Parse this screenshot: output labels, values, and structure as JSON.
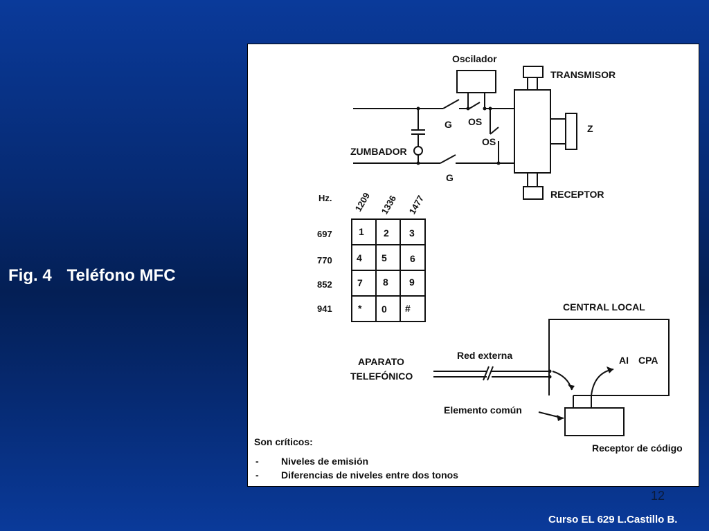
{
  "slide": {
    "figure_number": "Fig. 4",
    "figure_title": "Teléfono MFC",
    "slide_number": "12",
    "footer": "Curso EL 629 L.Castillo B."
  },
  "circuit": {
    "oscilador": "Oscilador",
    "transmisor": "TRANSMISOR",
    "receptor": "RECEPTOR",
    "z": "Z",
    "g_top": "G",
    "os_top": "OS",
    "os_mid": "OS",
    "g_bottom": "G",
    "zumbador": "ZUMBADOR"
  },
  "keypad": {
    "hz_label": "Hz.",
    "columns": [
      "1209",
      "1336",
      "1477"
    ],
    "rows": [
      "697",
      "770",
      "852",
      "941"
    ],
    "keys": [
      [
        "1",
        "2",
        "3"
      ],
      [
        "4",
        "5",
        "6"
      ],
      [
        "7",
        "8",
        "9"
      ],
      [
        "*",
        "0",
        "#"
      ]
    ]
  },
  "network": {
    "central_local": "CENTRAL LOCAL",
    "aparato_line1": "APARATO",
    "aparato_line2": "TELEFÓNICO",
    "red_externa": "Red externa",
    "ai": "AI",
    "cpa": "CPA",
    "elemento_comun": "Elemento común",
    "receptor_codigo": "Receptor de código"
  },
  "notes": {
    "heading": "Son críticos:",
    "items": [
      {
        "bullet": "-",
        "text": "Niveles de emisión"
      },
      {
        "bullet": "-",
        "text": "Diferencias de niveles entre dos tonos"
      }
    ]
  }
}
